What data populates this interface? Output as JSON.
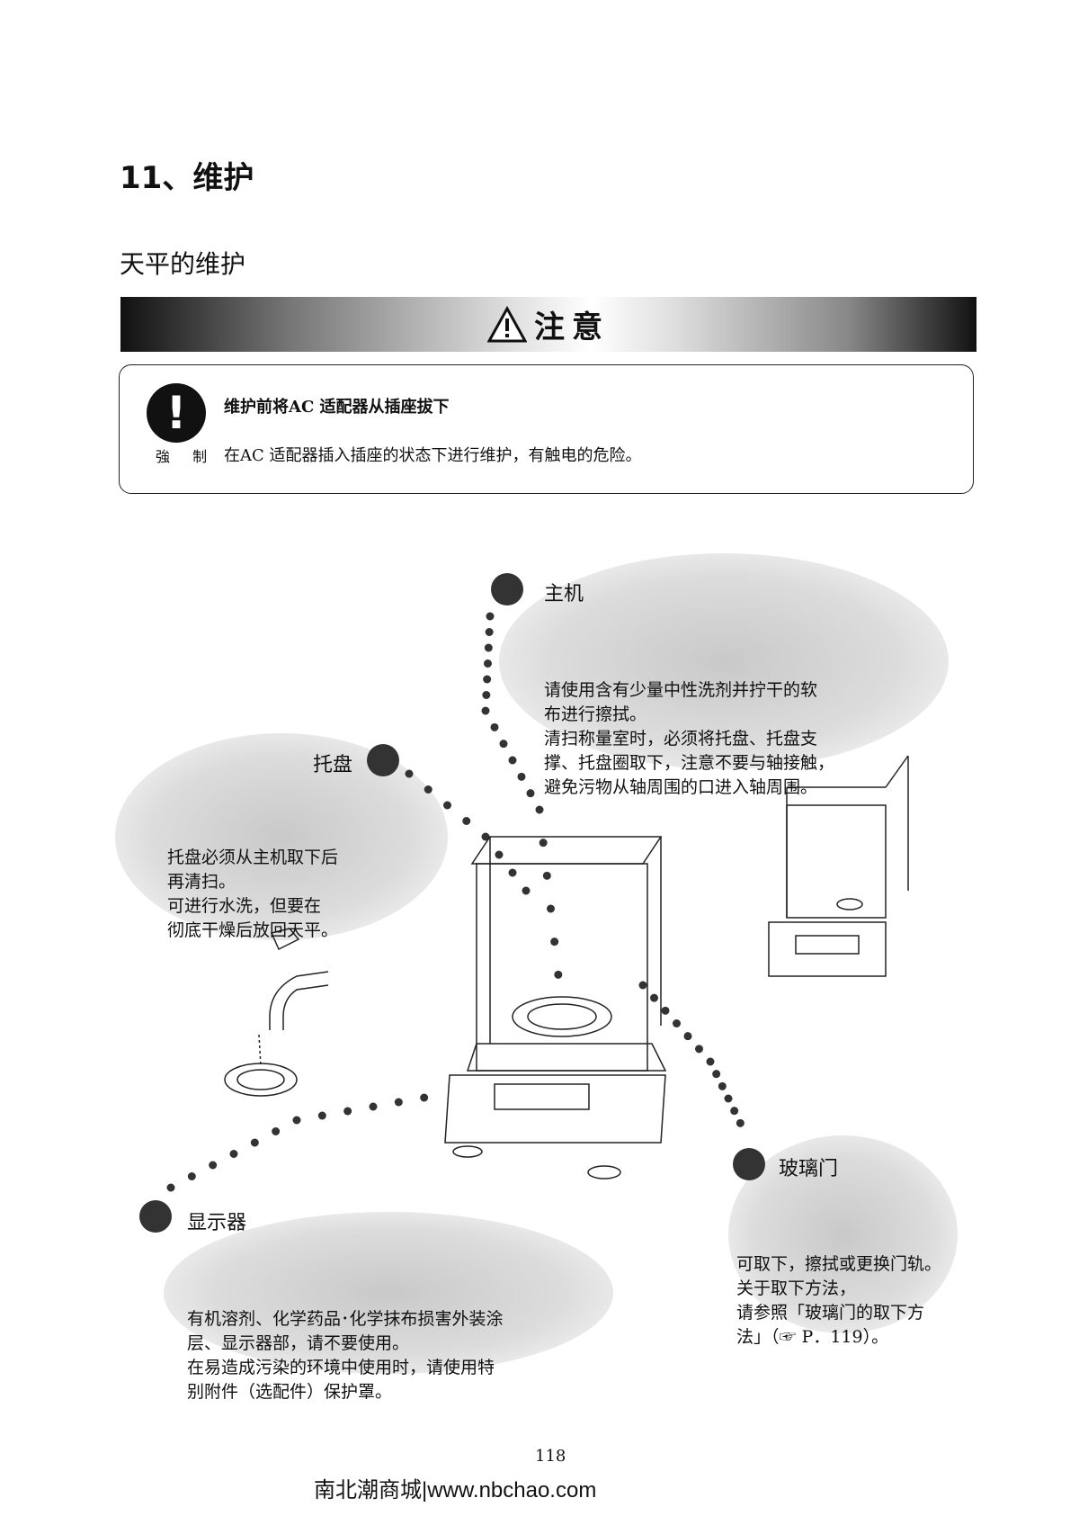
{
  "heading": "11、维护",
  "subheading": "天平的维护",
  "banner": {
    "label": "注意",
    "icon": "warning-triangle-icon"
  },
  "notice": {
    "icon": "exclamation-circle-icon",
    "icon_label": "強 制",
    "title": "维护前将AC 适配器从插座拔下",
    "text": "在AC 适配器插入插座的状态下进行维护，有触电的危险。"
  },
  "callouts": {
    "main": {
      "title": "主机",
      "lines": [
        "请使用含有少量中性洗剂并拧干的软",
        "布进行擦拭。",
        "清扫称量室时，必须将托盘、托盘支",
        "撑、托盘圈取下，注意不要与轴接触，",
        "避免污物从轴周围的口进入轴周围。"
      ]
    },
    "pan": {
      "title": "托盘",
      "lines": [
        "托盘必须从主机取下后",
        "再清扫。",
        "可进行水洗，但要在",
        "彻底干燥后放回天平。"
      ]
    },
    "display": {
      "title": "显示器",
      "lines": [
        "有机溶剂、化学药品･化学抹布损害外装涂",
        "层、显示器部，请不要使用。",
        "在易造成污染的环境中使用时，请使用特",
        "别附件（选配件）保护罩。"
      ]
    },
    "door": {
      "title": "玻璃门",
      "lines": [
        "可取下，擦拭或更换门轨。",
        "关于取下方法，",
        "请参照「玻璃门的取下方",
        "法」（☞ P．119）。"
      ]
    }
  },
  "page_number": "118",
  "footer": "南北潮商城|www.nbchao.com"
}
